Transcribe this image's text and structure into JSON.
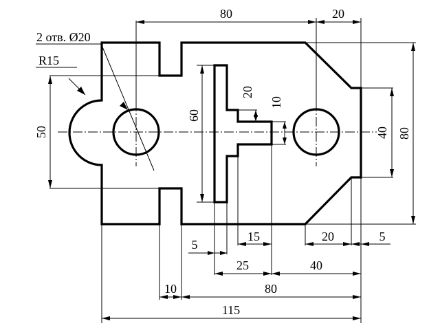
{
  "drawing": {
    "ink_color": "#000000",
    "paper_color": "#ffffff",
    "dimensions": {
      "top_80": "80",
      "top_20": "20",
      "holes_note": "2 отв. Ø20",
      "radius_note": "R15",
      "left_50": "50",
      "slot_60": "60",
      "slot_20": "20",
      "slot_10": "10",
      "right_40": "40",
      "right_80": "80",
      "bottom_5a": "5",
      "bottom_15": "15",
      "bottom_20": "20",
      "bottom_5b": "5",
      "bottom_25": "25",
      "bottom_40": "40",
      "bottom_10": "10",
      "bottom_80": "80",
      "bottom_115": "115"
    }
  }
}
